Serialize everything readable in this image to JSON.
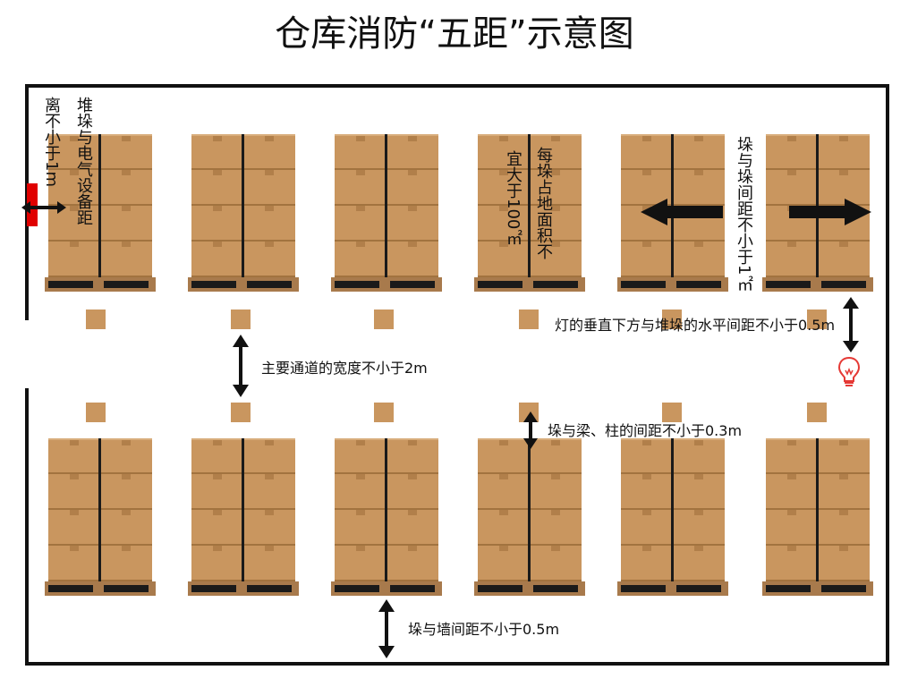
{
  "title": "仓库消防“五距”示意图",
  "labels": {
    "wall_distance_top_part": "离不小于1m",
    "electrical_distance": "堆垛与电气设备距",
    "area_limit_part1": "每垛占地面积不",
    "area_limit_part2": "宜大于100㎡",
    "stack_spacing": "垛与垛间距不小于1㎡",
    "light_distance": "灯的垂直下方与堆垛的水平间距不小于0.5m",
    "main_aisle": "主要通道的宽度不小于2m",
    "beam_column_distance": "垛与梁、柱的间距不小于0.3m",
    "wall_spacing": "垛与墙间距不小于0.5m"
  },
  "colors": {
    "box": "#c9965f",
    "box_edge": "#a2733f",
    "pallet": "#a87a4c",
    "pallet_slot": "#1a1a1a",
    "wall": "#111111",
    "electrical_marker": "#e00000",
    "bulb": "#e53935"
  },
  "icons": {
    "bulb": "light-bulb-icon"
  }
}
